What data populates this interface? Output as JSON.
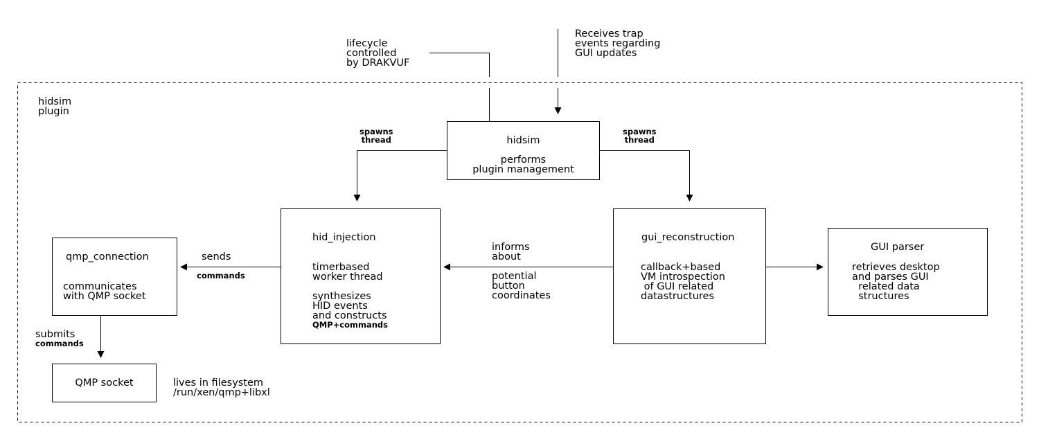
{
  "diagram": {
    "plugin_label": "hidsim\nplugin",
    "lifecycle_note": "lifecycle\ncontrolled\nby DRAKVUF",
    "trap_note": "Receives trap\nevents regarding\nGUI updates",
    "hidsim": {
      "title": "hidsim",
      "desc": "performs\nplugin management"
    },
    "spawns_left": "spawns\nthread",
    "spawns_right": "spawns\nthread",
    "hid_injection": {
      "title": "hid_injection",
      "desc1": "timerbased\nworker thread",
      "desc2": "synthesizes\nHID events\nand constructs",
      "desc3": "QMP+commands"
    },
    "gui_reconstruction": {
      "title": "gui_reconstruction",
      "desc": "callback+based\nVM introspection\n of GUI related\ndatastructures"
    },
    "gui_parser": {
      "title": "GUI parser",
      "desc": "retrieves desktop\nand parses GUI\n  related data\n  structures"
    },
    "qmp_connection": {
      "title": "qmp_connection",
      "desc": "communicates\nwith QMP socket"
    },
    "sends_label": "sends",
    "sends_commands_label": "commands",
    "informs_label": "informs\nabout",
    "potential_label": "potential\nbutton\ncoordinates",
    "submits_label": "submits",
    "submits_commands_label": "commands",
    "qmp_socket": {
      "title": "QMP socket"
    },
    "filesystem_note": "lives in filesystem\n/run/xen/qmp+libxl"
  }
}
